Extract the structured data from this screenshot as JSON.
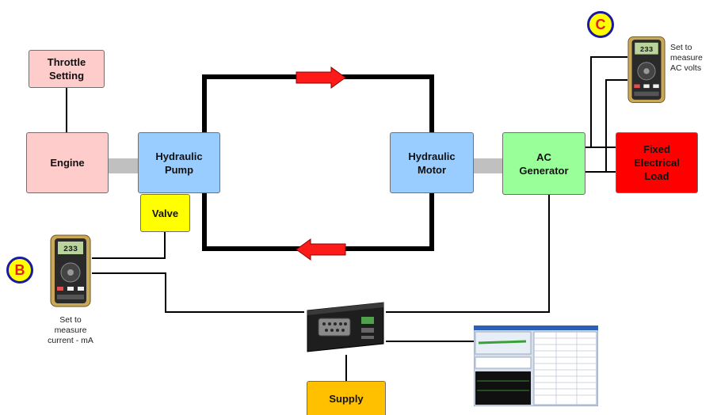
{
  "blocks": {
    "throttle": "Throttle\nSetting",
    "engine": "Engine",
    "pump": "Hydraulic\nPump",
    "valve": "Valve",
    "motor": "Hydraulic\nMotor",
    "generator": "AC\nGenerator",
    "load": "Fixed\nElectrical\nLoad",
    "supply": "Supply"
  },
  "meters": {
    "b": {
      "badge": "B",
      "display": "233",
      "caption": "Set to\nmeasure\ncurrent - mA"
    },
    "c": {
      "badge": "C",
      "display": "233",
      "caption": "Set to\nmeasure\nAC volts"
    }
  },
  "colors": {
    "throttle": "#ffcccc",
    "engine": "#ffcccc",
    "hydraulic": "#99ccff",
    "valve": "#ffff00",
    "generator": "#99ff99",
    "load": "#ff0000",
    "supply": "#ffc000",
    "flow_arrow": "#ff0000",
    "shaft": "#c0c0c0"
  },
  "icons": {
    "meter": "multimeter-icon",
    "daq": "data-acquisition-module-icon",
    "software": "software-screenshot-icon"
  }
}
